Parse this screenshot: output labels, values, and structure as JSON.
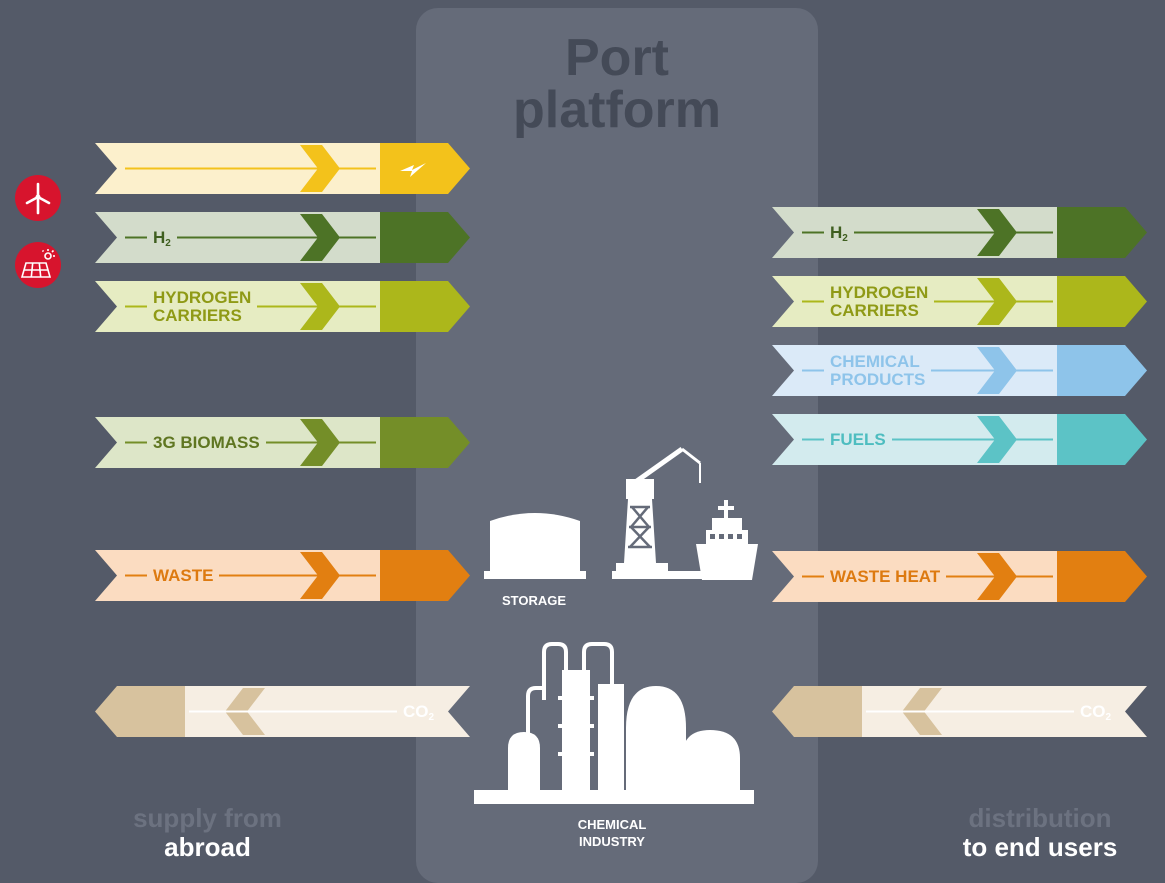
{
  "title": "Port\nplatform",
  "title_lines": [
    "Port",
    "platform"
  ],
  "left_footer": {
    "line1": "supply from",
    "line2": "abroad"
  },
  "right_footer": {
    "line1": "distribution",
    "line2": "to end users"
  },
  "buildings": {
    "storage": "STORAGE",
    "chemical_line1": "CHEMICAL",
    "chemical_line2": "INDUSTRY"
  },
  "icons": {
    "wind": "wind-turbine-icon",
    "solar": "solar-panel-icon",
    "lightning": "lightning-icon",
    "storage": "storage-tank-icon",
    "crane": "port-crane-icon",
    "ship": "ship-icon",
    "factory": "chemical-plant-icon"
  },
  "colors": {
    "background": "#545a68",
    "platform": "#656b79",
    "accent_red": "#d7142d"
  },
  "left_arrows": [
    {
      "key": "electricity",
      "label": "",
      "sub": ""
    },
    {
      "key": "h2",
      "label": "H",
      "sub": "2"
    },
    {
      "key": "hydrogen_carriers",
      "label": "HYDROGEN\nCARRIERS",
      "sub": ""
    },
    {
      "key": "biomass",
      "label": "3G BIOMASS",
      "sub": ""
    },
    {
      "key": "waste",
      "label": "WASTE",
      "sub": ""
    },
    {
      "key": "co2",
      "label": "CO",
      "sub": "2"
    }
  ],
  "right_arrows": [
    {
      "key": "h2",
      "label": "H",
      "sub": "2"
    },
    {
      "key": "hydrogen_carriers",
      "label": "HYDROGEN\nCARRIERS",
      "sub": ""
    },
    {
      "key": "chemical_products",
      "label": "CHEMICAL\nPRODUCTS",
      "sub": ""
    },
    {
      "key": "fuels",
      "label": "FUELS",
      "sub": ""
    },
    {
      "key": "waste_heat",
      "label": "WASTE HEAT",
      "sub": ""
    },
    {
      "key": "co2",
      "label": "CO",
      "sub": "2"
    }
  ]
}
